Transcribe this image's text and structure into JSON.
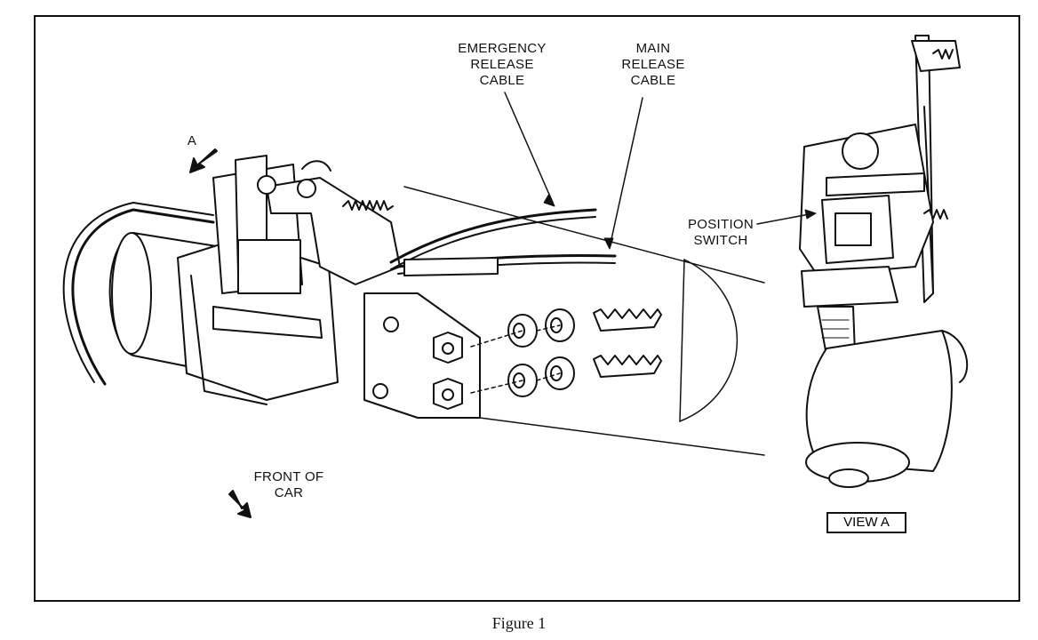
{
  "figure": {
    "caption": "Figure 1"
  },
  "labels": {
    "emergency_release_cable": "EMERGENCY\nRELEASE\nCABLE",
    "main_release_cable": "MAIN\nRELEASE\nCABLE",
    "view_arrow": "A",
    "position_switch": "POSITION\nSWITCH",
    "front_of_car": "FRONT OF\nCAR",
    "view_a": "VIEW A"
  },
  "colors": {
    "ink": "#111111",
    "paper": "#ffffff"
  }
}
